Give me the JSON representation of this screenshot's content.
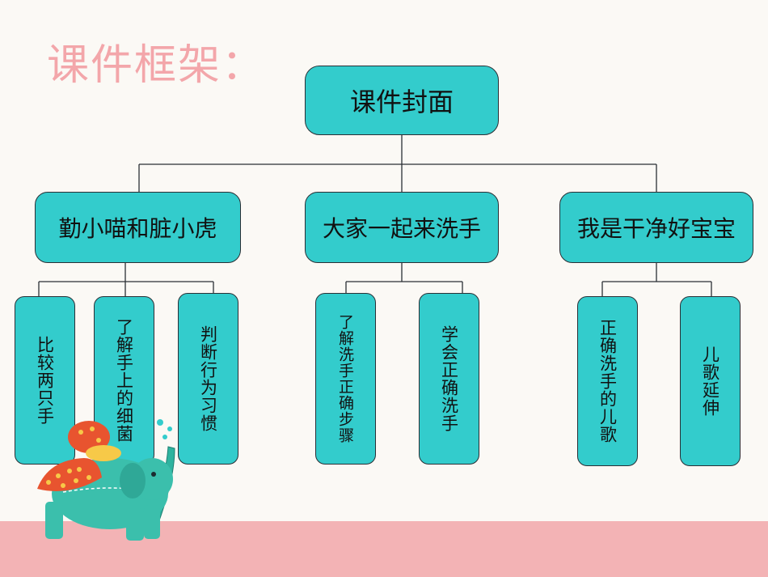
{
  "title": "课件框架：",
  "root": {
    "label": "课件封面"
  },
  "sections": [
    {
      "label": "勤小喵和脏小虎",
      "children": [
        "比较两只手",
        "了解手上的细菌",
        "判断行为习惯"
      ]
    },
    {
      "label": "大家一起来洗手",
      "children": [
        "了解洗手正确步骤",
        "学会正确洗手"
      ]
    },
    {
      "label": "我是干净好宝宝",
      "children": [
        "正确洗手的儿歌",
        "儿歌延伸"
      ]
    }
  ],
  "colors": {
    "box": "#33cccc",
    "title": "#f3a6aa",
    "footer": "#f3b3b5"
  },
  "decoration": "elephant-illustration"
}
